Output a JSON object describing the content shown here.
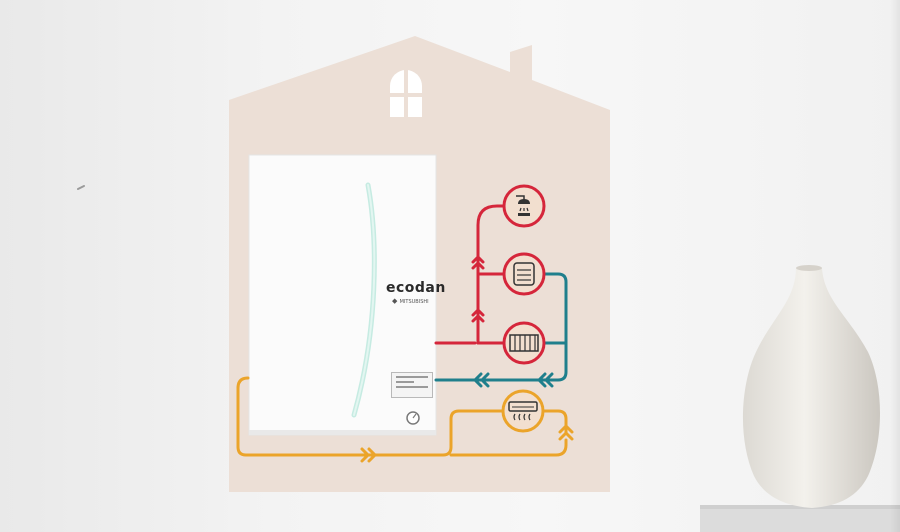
{
  "brand": {
    "name": "ecodan",
    "maker": "MITSUBISHI"
  },
  "colors": {
    "house": "#ecdfd6",
    "unit": "#fbfbfb",
    "flow_red": "#d5263b",
    "return_teal": "#1f7f8c",
    "underfloor_orange": "#eba42a",
    "icon_ring_bg": "#f2dfcf"
  },
  "emitters": [
    {
      "name": "shower-icon",
      "circuit": "hot-water"
    },
    {
      "name": "hot-water-cylinder-icon",
      "circuit": "hot-water"
    },
    {
      "name": "radiator-icon",
      "circuit": "heating"
    },
    {
      "name": "fan-coil-unit-icon",
      "circuit": "air"
    }
  ],
  "objects": [
    "house-silhouette",
    "ecodan-indoor-unit",
    "decorative-vase",
    "shelf"
  ]
}
